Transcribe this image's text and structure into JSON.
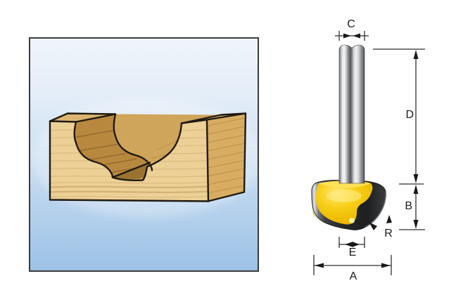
{
  "figure": {
    "kind": "router-bit-dimension-diagram",
    "panel_illustration": "wood-block-with-ogee-groove"
  },
  "dimension_labels": {
    "c": "C",
    "d": "D",
    "b": "B",
    "r": "R",
    "e": "E",
    "a": "A"
  },
  "colors": {
    "page_background": "#ffffff",
    "panel_border": "#3b3b3b",
    "panel_sky_top": "#eff5fb",
    "panel_sky_bottom": "#9cc2e6",
    "wood_light": "#ecd096",
    "wood_medium": "#d9b36c",
    "wood_dark_band": "#b8883f",
    "wood_groove_bottom": "#9a7331",
    "outline": "#201a12",
    "carbide_yellow": "#f3c400",
    "steel_dark": "#26282a",
    "shank_silver": "#e8e9ea",
    "dimension_line": "#2f2f2f"
  }
}
